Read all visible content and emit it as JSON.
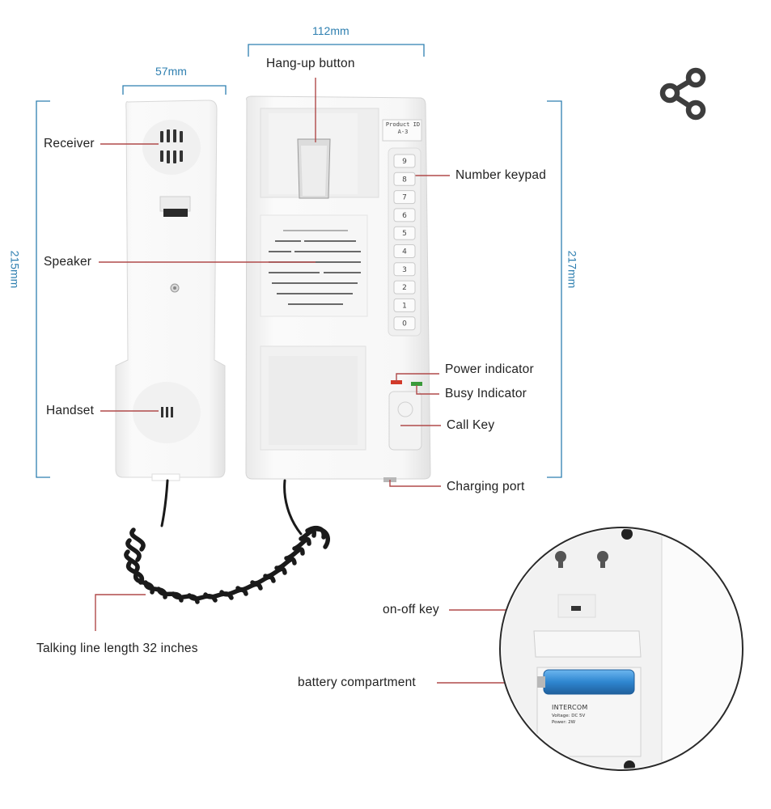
{
  "dimensions": {
    "handset_width": "57mm",
    "base_width": "112mm",
    "handset_height": "215mm",
    "base_height": "217mm"
  },
  "labels": {
    "hang_up": "Hang-up button",
    "receiver": "Receiver",
    "number_keypad": "Number keypad",
    "speaker": "Speaker",
    "power_indicator": "Power indicator",
    "busy_indicator": "Busy Indicator",
    "handset": "Handset",
    "call_key": "Call Key",
    "charging_port": "Charging port",
    "talking_line": "Talking line length 32 inches",
    "on_off_key": "on-off key",
    "battery_compartment": "battery compartment"
  },
  "product_id": {
    "line1": "Product ID",
    "line2": "A-3"
  },
  "keypad": [
    "9",
    "8",
    "7",
    "6",
    "5",
    "4",
    "3",
    "2",
    "1",
    "0"
  ],
  "inset": {
    "brand": "INTERCOM",
    "voltage": "Voltage: DC 5V",
    "power": "Power: 2W"
  },
  "icons": {
    "share": "share-icon"
  },
  "colors": {
    "dimension": "#2e7fb0",
    "leader": "#b04a4a",
    "device": "#f4f4f4",
    "battery": "#3a8fd6",
    "power_led": "#d23a2a",
    "busy_led": "#3a9a3a"
  }
}
